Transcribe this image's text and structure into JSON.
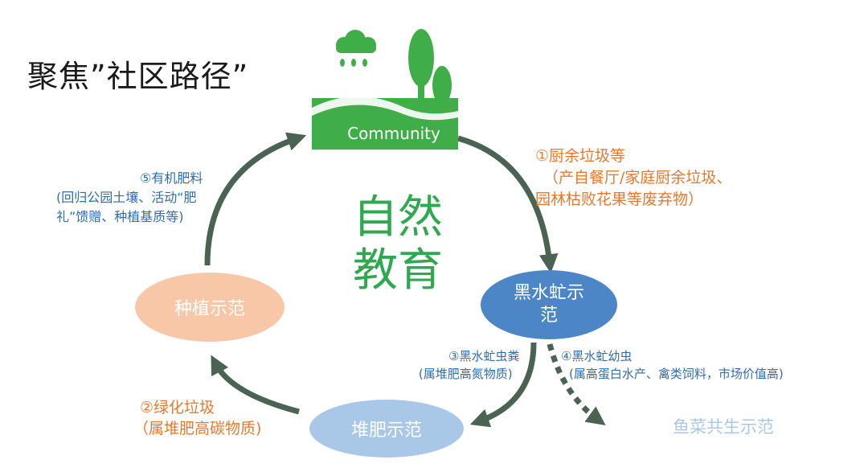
{
  "title": "聚焦”社区路径”",
  "logo": {
    "label": "Community",
    "color": "#3fae49"
  },
  "center": {
    "line1": "自然",
    "line2": "教育"
  },
  "nodes": {
    "bsf": {
      "line1": "黑水虻示",
      "line2": "范"
    },
    "plant": "种植示范",
    "compost": "堆肥示范",
    "fish": "鱼菜共生示范"
  },
  "labels": {
    "l1": {
      "line1": "①厨余垃圾等",
      "line2": "（产自餐厅/家庭厨余垃圾、",
      "line3": "园林枯败花果等废弃物）"
    },
    "l5": {
      "line1": "⑤有机肥料",
      "line2": "(回归公园土壤、活动“肥",
      "line3": "礼”馈赠、种植基质等)"
    },
    "l3": {
      "line1": "③黑水虻虫粪",
      "line2": "(属堆肥高氮物质)"
    },
    "l4": {
      "line1": "④黑水虻幼虫",
      "line2": "(属高蛋白水产、禽类饲料，市场价值高)"
    },
    "l2": {
      "line1": "②绿化垃圾",
      "line2": "（属堆肥高碳物质)"
    }
  },
  "colors": {
    "arrow": "#4a6352",
    "orange": "#e8782c",
    "blue": "#2e6db0",
    "green": "#2fa84f"
  }
}
